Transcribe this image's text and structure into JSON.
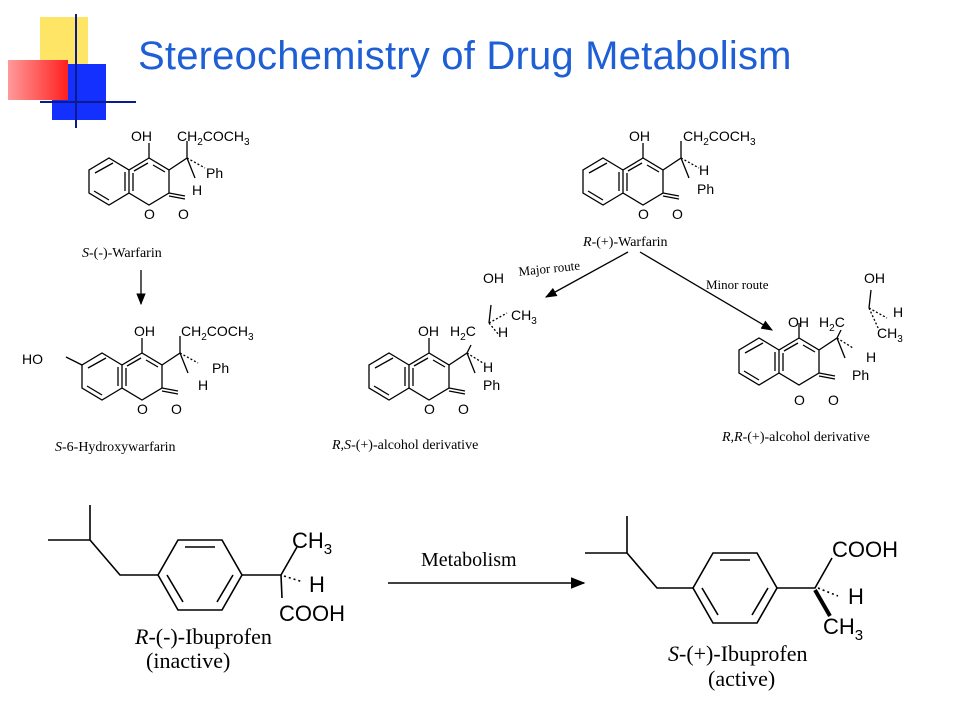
{
  "slide": {
    "title": "Stereochemistry of Drug Metabolism",
    "accent_colors": {
      "title": "#1f5fd6",
      "yellow": "#ffe566",
      "red": "#ff3333",
      "blue": "#1430ff"
    }
  },
  "warfarin": {
    "s_warfarin": {
      "label": "S-(-)-Warfarin",
      "italic": "S",
      "rest": "-(-)-Warfarin",
      "oh": "OH",
      "side": "CH2COCH3",
      "ph": "Ph",
      "h": "H"
    },
    "r_warfarin": {
      "label": "R-(+)-Warfarin",
      "italic": "R",
      "rest": "-(+)-Warfarin",
      "oh": "OH",
      "side": "CH2COCH3",
      "ph": "Ph",
      "h": "H"
    },
    "s6_hydroxy": {
      "label": "S-6-Hydroxywarfarin",
      "italic": "S",
      "rest": "-6-Hydroxywarfarin",
      "ho": "HO",
      "oh": "OH",
      "side": "CH2COCH3",
      "ph": "Ph",
      "h": "H"
    },
    "rs_alcohol": {
      "label": "R,S-(+)-alcohol derivative",
      "italic": "R,S",
      "rest": "-(+)-alcohol derivative",
      "oh_top": "OH",
      "ch3": "CH3",
      "h2c": "H2C",
      "h": "H",
      "oh": "OH",
      "ph": "Ph"
    },
    "rr_alcohol": {
      "label": "R,R-(+)-alcohol derivative",
      "italic": "R,R",
      "rest": "-(+)-alcohol derivative",
      "oh_top": "OH",
      "ch3": "CH3",
      "h2c": "H2C",
      "h": "H",
      "oh": "OH",
      "ph": "Ph"
    },
    "ring_o": "O",
    "major_route": "Major route",
    "minor_route": "Minor route"
  },
  "ibuprofen": {
    "r_ibuprofen": {
      "italic": "R",
      "rest": "-(-)-Ibuprofen",
      "activity": "(inactive)",
      "ch3": "CH3",
      "h": "H",
      "cooh": "COOH"
    },
    "s_ibuprofen": {
      "italic": "S",
      "rest": "-(+)-Ibuprofen",
      "activity": "(active)",
      "ch3": "CH3",
      "h": "H",
      "cooh": "COOH"
    },
    "arrow_label": "Metabolism"
  }
}
